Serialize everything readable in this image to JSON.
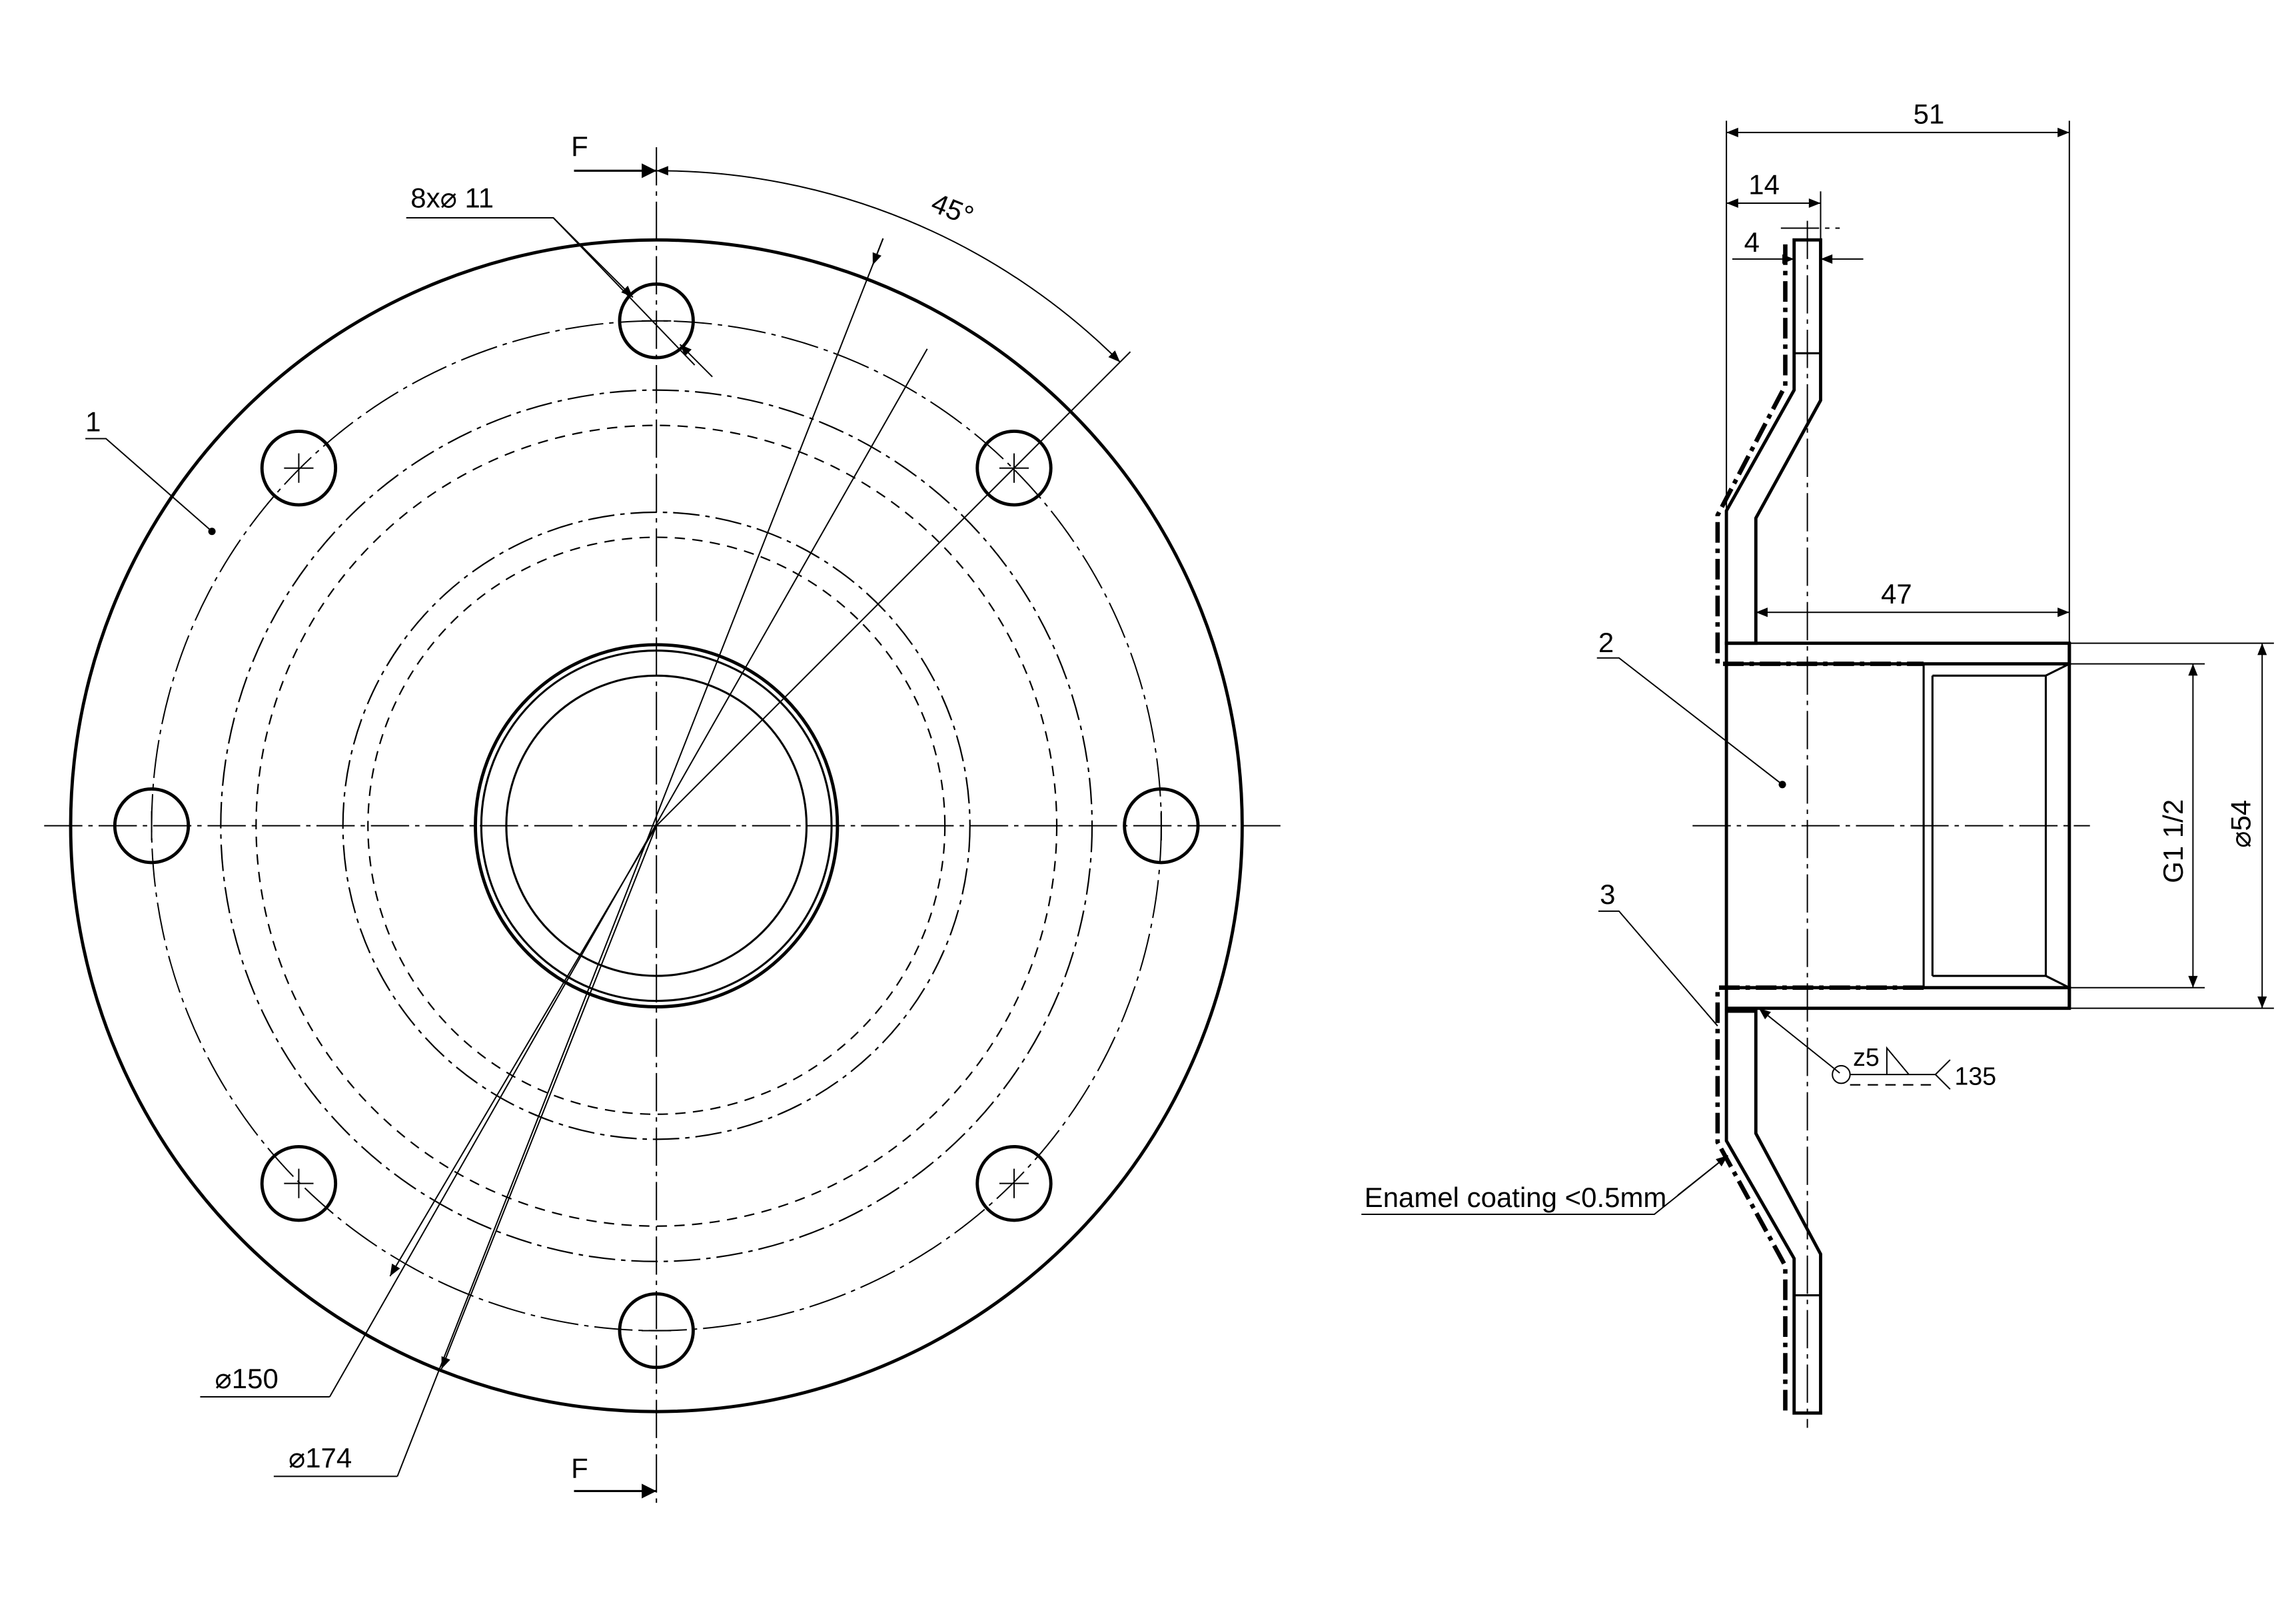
{
  "labels": {
    "section_mark_top": "F",
    "section_mark_bottom": "F",
    "holes": "8x⌀ 11",
    "angle": "45°",
    "part_1": "1",
    "part_2": "2",
    "part_3": "3",
    "diam_150": "⌀150",
    "diam_174": "⌀174",
    "dim_51": "51",
    "dim_14": "14",
    "dim_4": "4",
    "dim_47": "47",
    "thread": "G1 1/2",
    "diam_54": "⌀54",
    "weld_size": "z5",
    "weld_angle": "135",
    "coating_note": "Enamel coating <0.5mm"
  }
}
